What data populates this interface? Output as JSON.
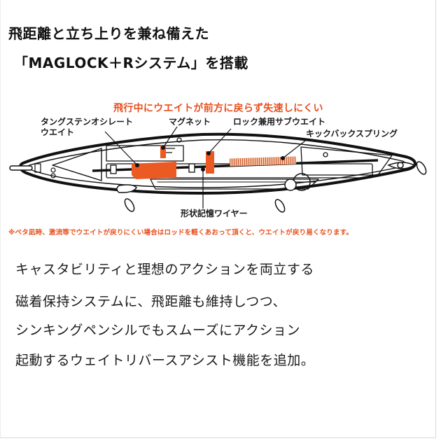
{
  "heading": {
    "line1": "飛距離と立ち上りを兼ね備えた",
    "line2": "「MAGLOCK＋Rシステム」を搭載"
  },
  "diagram": {
    "callout_headline": "飛行中にウエイトが前方に戻らず失速しにくい",
    "labels": {
      "tungsten_weight_line1": "タングステンオシレート",
      "tungsten_weight_line2": "ウエイト",
      "magnet": "マグネット",
      "lock_sub_weight": "ロック兼用サブウエイト",
      "kickback_spring": "キックバックスプリング",
      "shape_memory_wire": "形状記憶ワイヤー"
    },
    "colors": {
      "accent": "#e8501e",
      "outline": "#111111",
      "spring": "#f0a07a"
    }
  },
  "note": "※ベタ凪時、激流等でウエイトが戻りにくい場合はロッドを軽くあおって頂くと、ウエイトが戻り易くなります。",
  "description": {
    "lines": [
      "キャスタビリティと理想のアクションを両立する",
      "磁着保持システムに、飛距離も維持しつつ、",
      "シンキングペンシルでもスムーズにアクション",
      "起動するウェイトリバースアシスト機能を追加。"
    ]
  }
}
